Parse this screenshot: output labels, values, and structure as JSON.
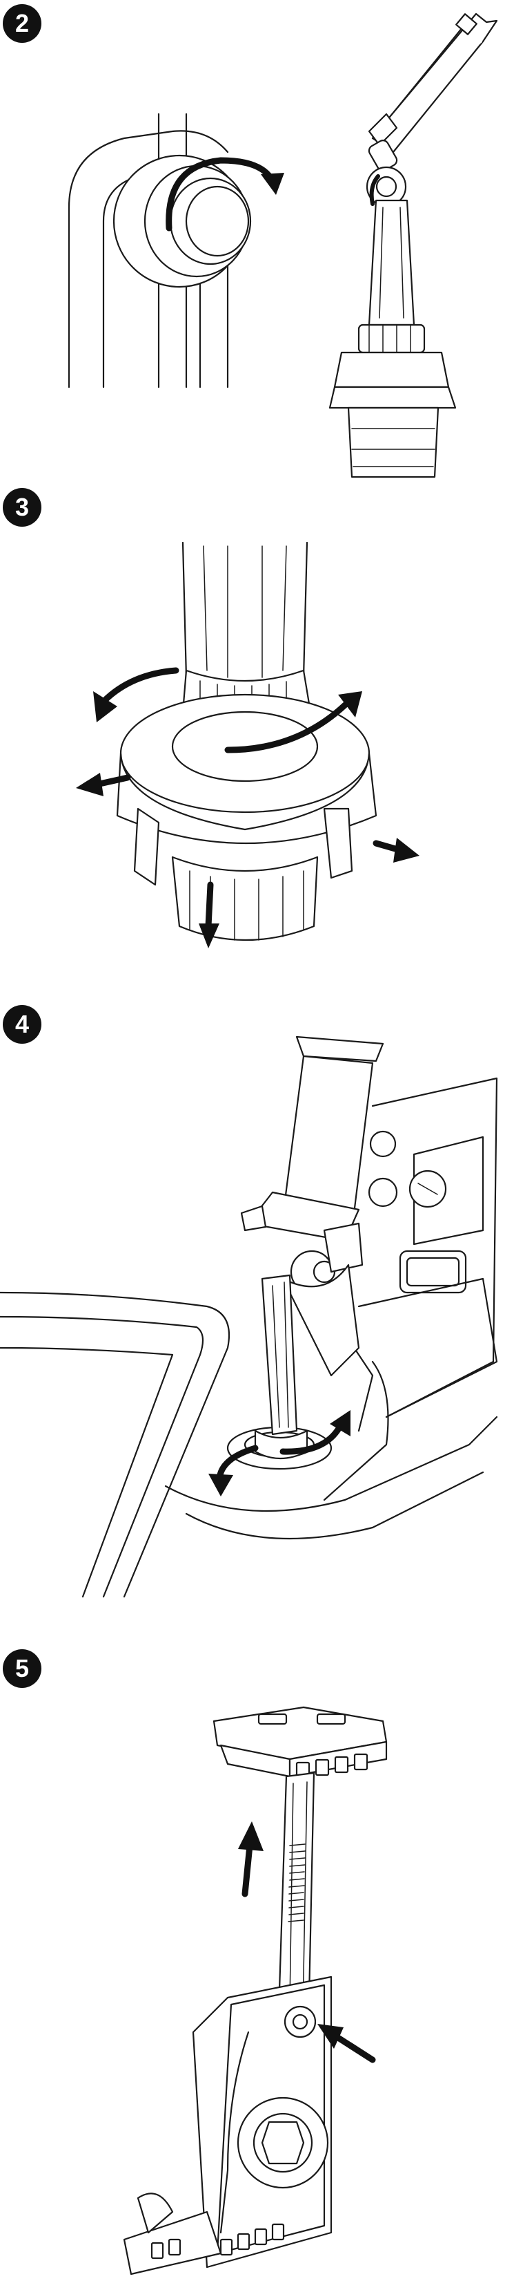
{
  "steps": [
    {
      "number": "2"
    },
    {
      "number": "3"
    },
    {
      "number": "4"
    },
    {
      "number": "5"
    }
  ],
  "colors": {
    "ink": "#1a1a1a",
    "badge": "#111111",
    "background": "#ffffff"
  }
}
